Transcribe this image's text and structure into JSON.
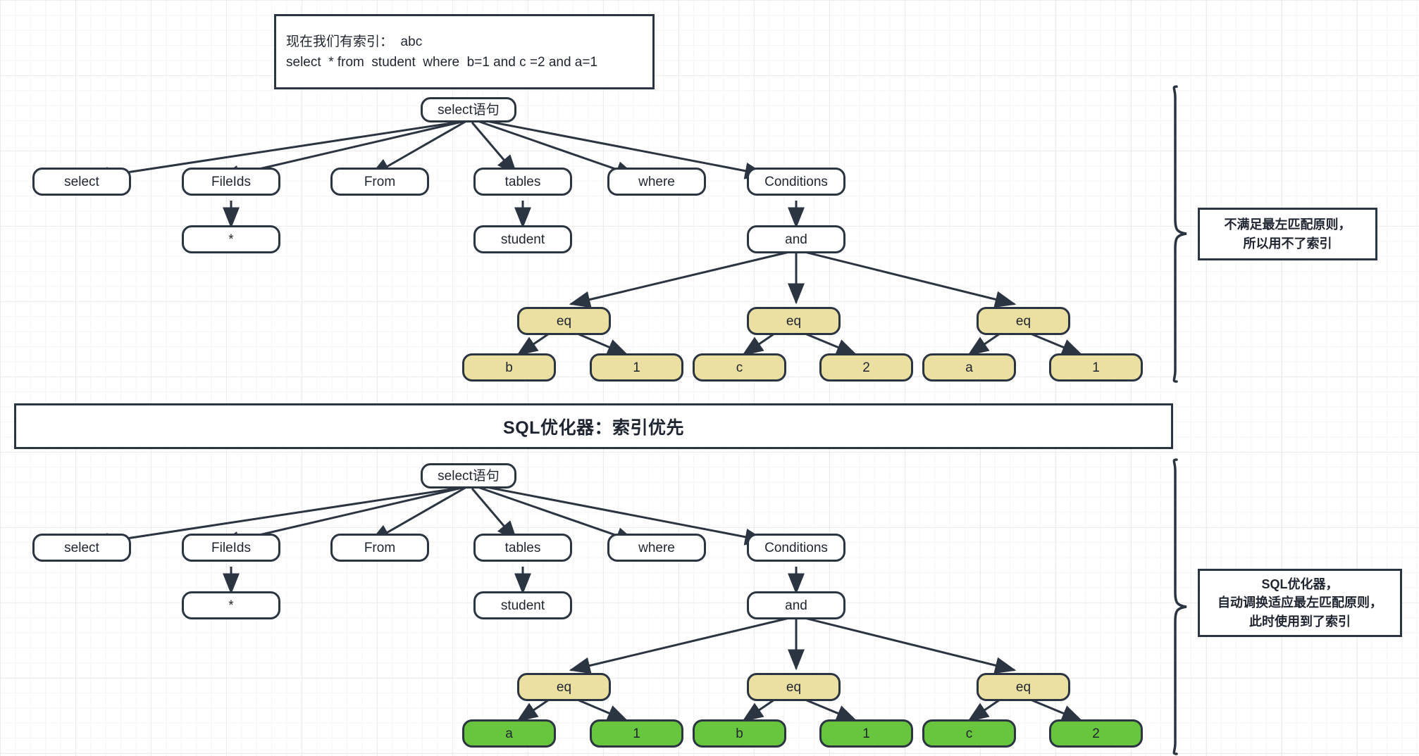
{
  "note": {
    "line1": "现在我们有索引：  abc",
    "line2": "select  * from  student  where  b=1 and c =2 and a=1"
  },
  "banner": {
    "title": "SQL优化器：索引优先"
  },
  "colors": {
    "stroke": "#2b3441",
    "node_fill": "#ffffff",
    "yellow_fill": "#ebe0a1",
    "green_fill": "#68c63e",
    "grid_minor": "#f5f5f5",
    "grid_major": "#ececec",
    "text": "#1f2530"
  },
  "top_tree": {
    "root": "select语句",
    "level1": [
      "select",
      "FileIds",
      "From",
      "tables",
      "where",
      "Conditions"
    ],
    "fields_child": "*",
    "tables_child": "student",
    "conditions_child": "and",
    "operators": [
      "eq",
      "eq",
      "eq"
    ],
    "leaves": [
      "b",
      "1",
      "c",
      "2",
      "a",
      "1"
    ],
    "leaf_style": "yellow"
  },
  "bottom_tree": {
    "root": "select语句",
    "level1": [
      "select",
      "FileIds",
      "From",
      "tables",
      "where",
      "Conditions"
    ],
    "fields_child": "*",
    "tables_child": "student",
    "conditions_child": "and",
    "operators": [
      "eq",
      "eq",
      "eq"
    ],
    "leaves": [
      "a",
      "1",
      "b",
      "1",
      "c",
      "2"
    ],
    "leaf_style": "green"
  },
  "callouts": {
    "top": {
      "line1": "不满足最左匹配原则，",
      "line2": "所以用不了索引"
    },
    "bottom": {
      "line1": "SQL优化器，",
      "line2": "自动调换适应最左匹配原则，",
      "line3": "此时使用到了索引"
    }
  }
}
